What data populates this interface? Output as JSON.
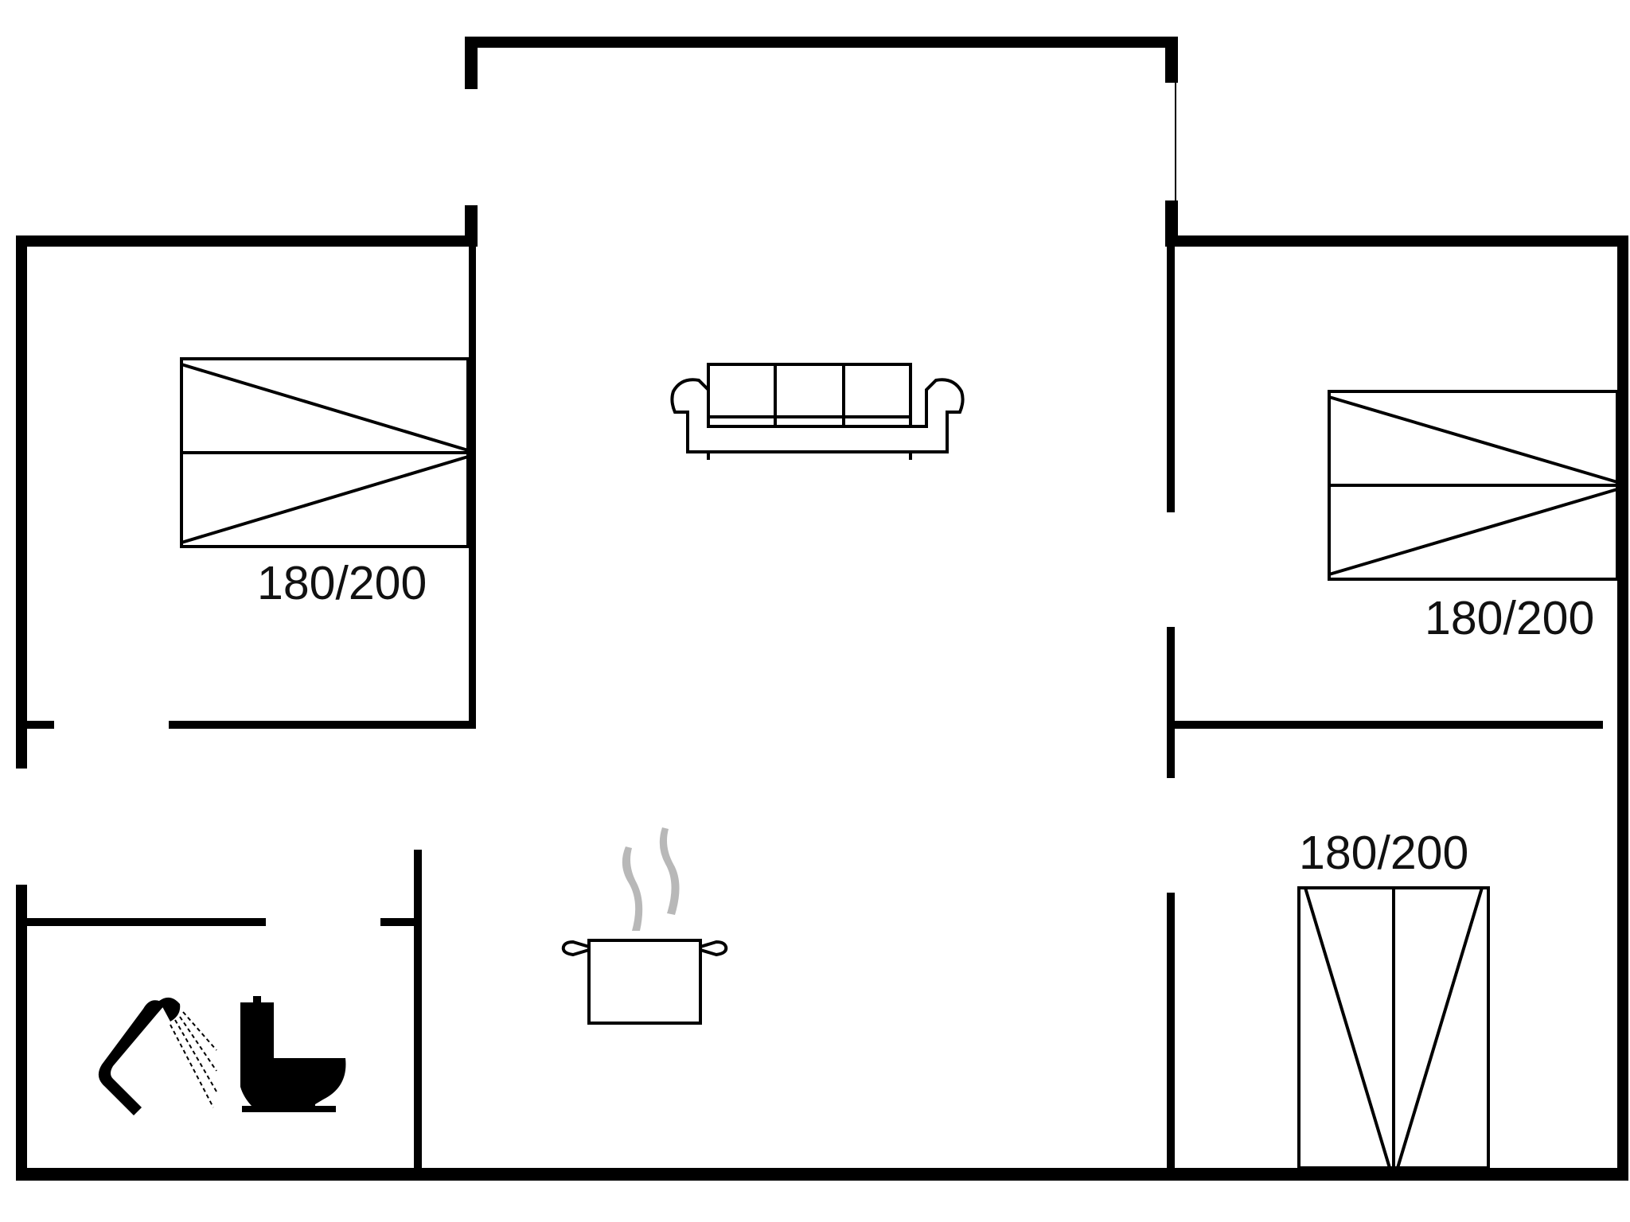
{
  "floorplan": {
    "bed_labels": {
      "left_bedroom": "180/200",
      "right_bedroom": "180/200",
      "lower_right_bedroom": "180/200"
    },
    "icons": [
      "double-bed-icon",
      "sofa-icon",
      "cooking-pot-icon",
      "shower-icon",
      "toilet-icon"
    ],
    "colors": {
      "wall": "#000000",
      "steam": "#b8b8b8",
      "background": "#ffffff"
    }
  }
}
